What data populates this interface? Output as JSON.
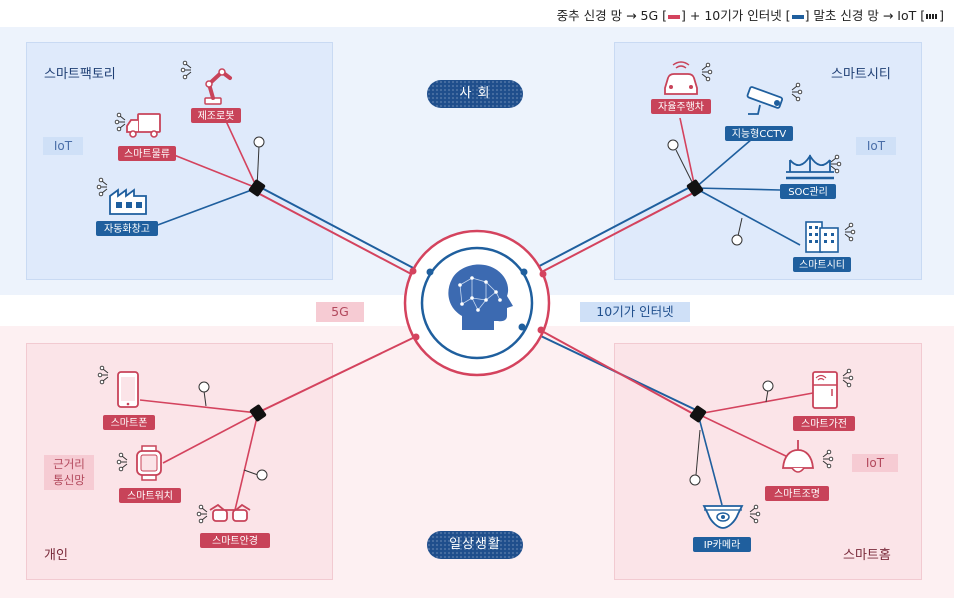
{
  "legend": {
    "part1": "중추 신경 망 → 5G [",
    "part2": "] + 10기가 인터넷 [",
    "part3": "]   말초 신경 망 → IoT [",
    "part4": "]"
  },
  "colors": {
    "red": "#d4435e",
    "blue": "#1f5f9e",
    "navy": "#1f4e8c"
  },
  "sections": {
    "society": "사  회",
    "daily": "일상생활"
  },
  "center_labels": {
    "fiveg": "5G",
    "internet": "10기가 인터넷"
  },
  "panels": {
    "smart_factory": {
      "title": "스마트팩토리",
      "iot": "IoT",
      "items": [
        "제조로봇",
        "스마트물류",
        "자동화창고"
      ]
    },
    "smart_city": {
      "title": "스마트시티",
      "iot": "IoT",
      "items": [
        "자율주행차",
        "지능형CCTV",
        "SOC관리",
        "스마트시티"
      ]
    },
    "personal": {
      "title": "개인",
      "tag": "근거리\n통신망",
      "items": [
        "스마트폰",
        "스마트워치",
        "스마트안경"
      ]
    },
    "smart_home": {
      "title": "스마트홈",
      "iot": "IoT",
      "items": [
        "스마트가전",
        "스마트조명",
        "IP카메라"
      ]
    }
  }
}
